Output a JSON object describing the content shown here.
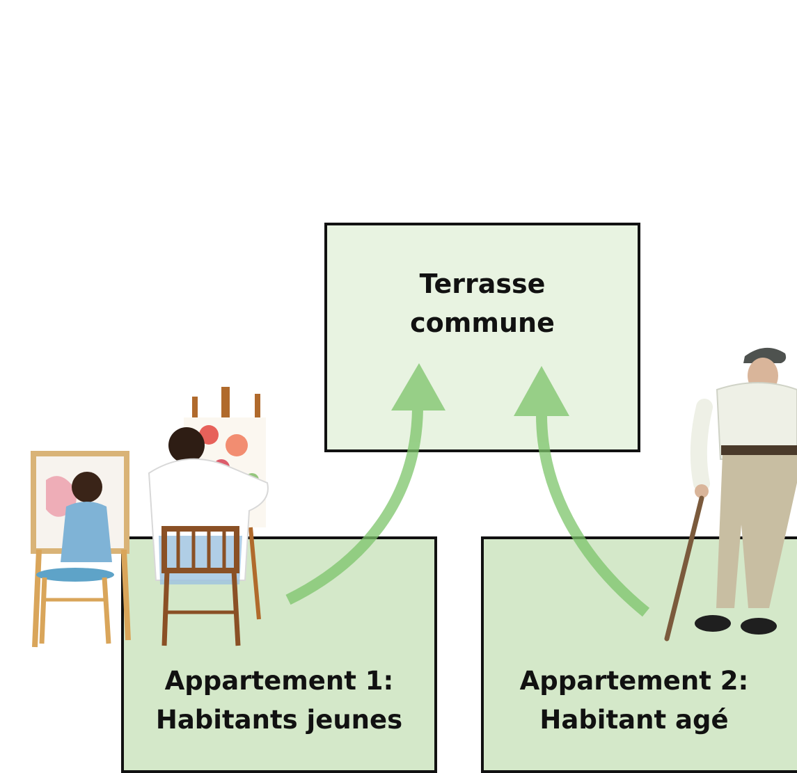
{
  "boxes": {
    "terrace": {
      "line1": "Terrasse",
      "line2": "commune"
    },
    "apartment1": {
      "line1": "Appartement 1:",
      "line2": "Habitants jeunes"
    },
    "apartment2": {
      "line1": "Appartement 2:",
      "line2": "Habitant agé"
    }
  },
  "colors": {
    "arrow": "#7cc46a",
    "terrace_fill": "#e8f3e1",
    "apartment_fill": "#d4e8c9",
    "border": "#111111"
  },
  "icons": [
    "child-at-easel-icon",
    "painter-at-easel-icon",
    "elderly-man-with-cane-icon"
  ]
}
